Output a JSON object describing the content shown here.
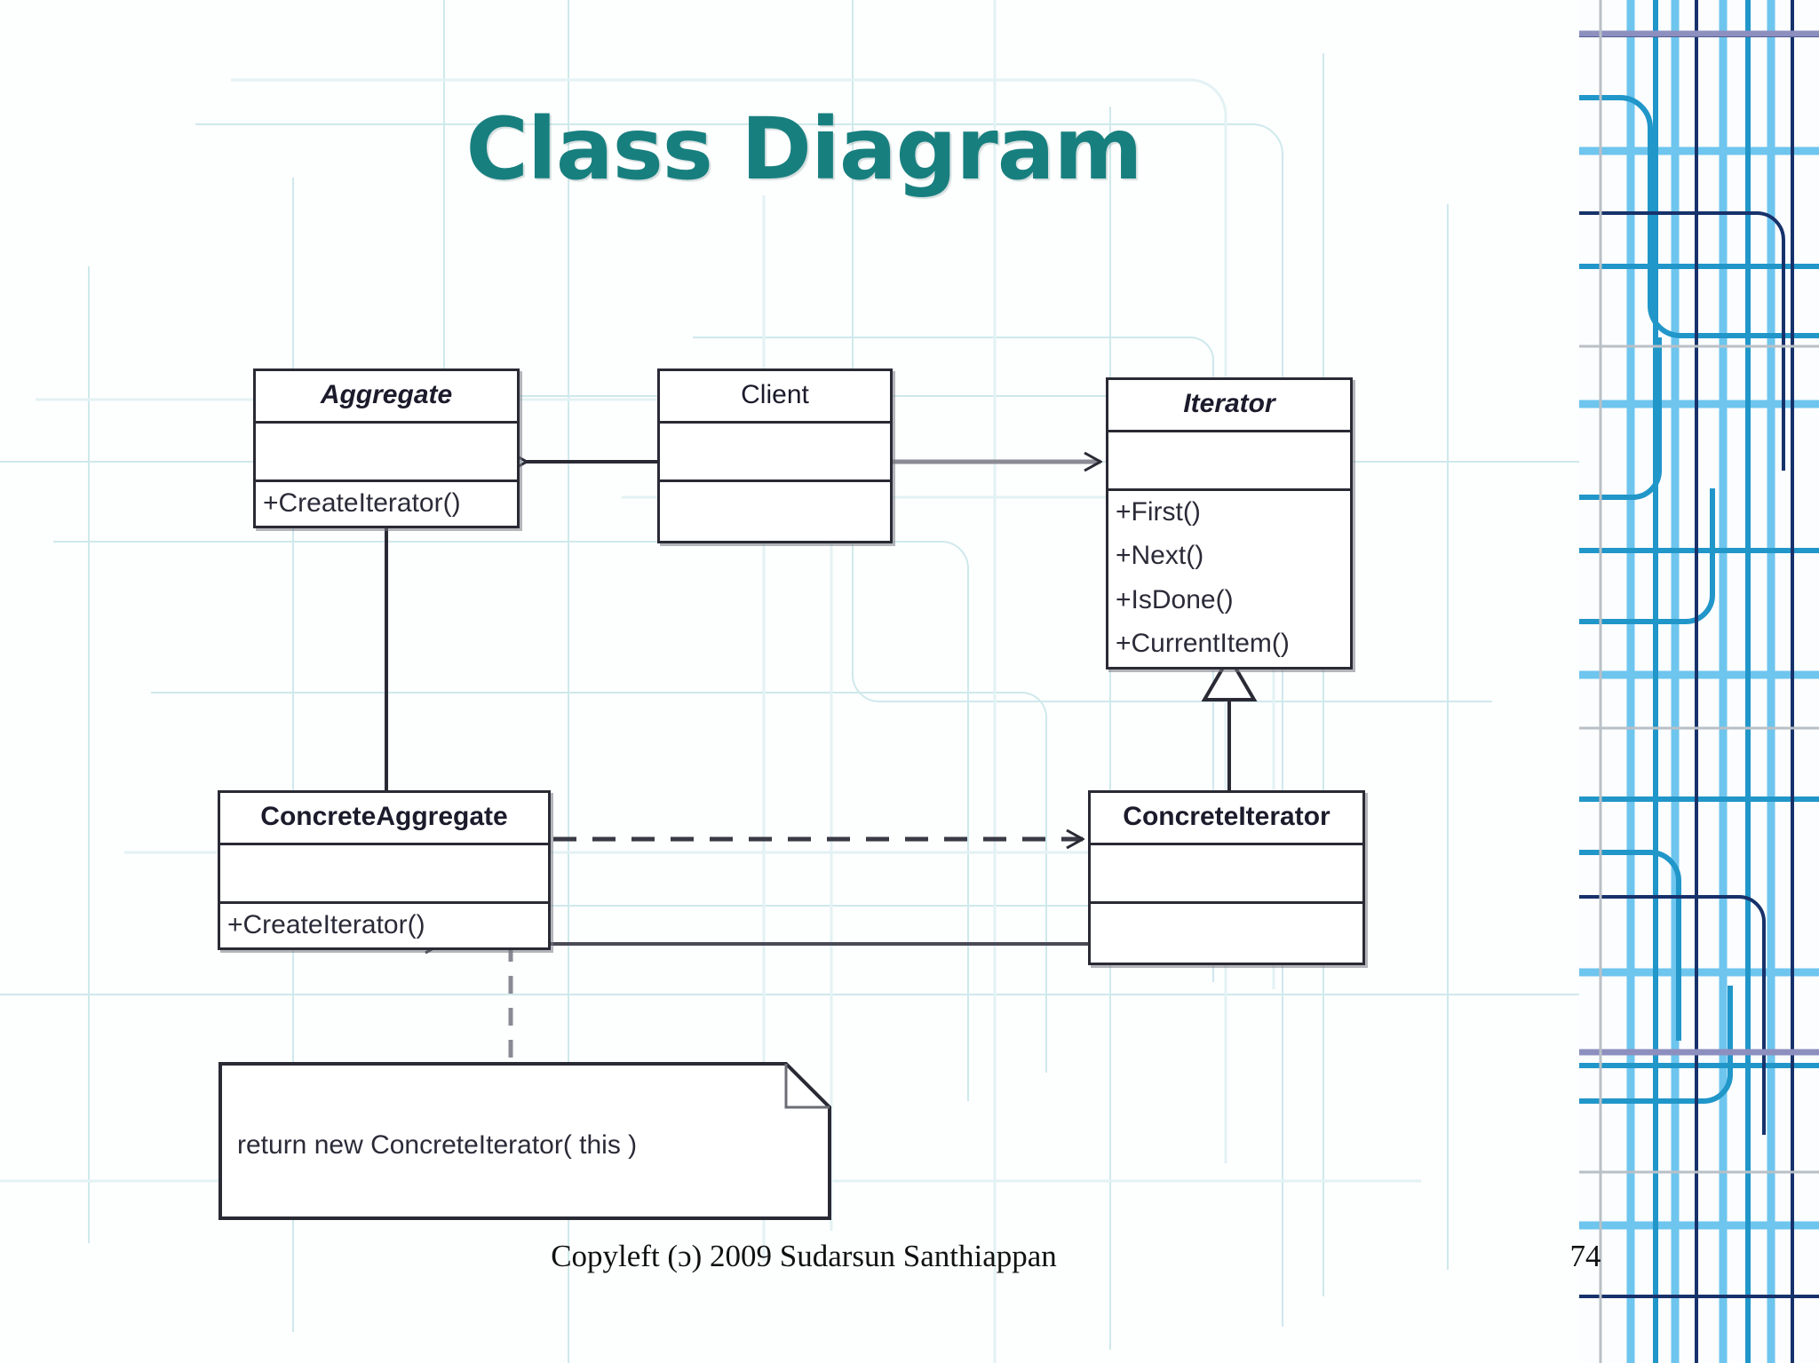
{
  "slide": {
    "title": "Class Diagram",
    "page_number": "74",
    "footer": "Copyleft (ɔ) 2009 Sudarsun Santhiappan",
    "accent_color": "#187F7F",
    "background_color": "#FDFEFE",
    "line_color": "#2A2A35"
  },
  "diagram": {
    "type": "uml-class-diagram",
    "classes": [
      {
        "id": "aggregate",
        "name": "Aggregate",
        "stereotype": "abstract",
        "name_style": "italic",
        "attributes": [],
        "operations": [
          "+CreateIterator()"
        ]
      },
      {
        "id": "client",
        "name": "Client",
        "stereotype": "concrete",
        "name_style": "regular",
        "attributes": [],
        "operations": []
      },
      {
        "id": "iterator",
        "name": "Iterator",
        "stereotype": "abstract",
        "name_style": "italic",
        "attributes": [],
        "operations": [
          "+First()",
          "+Next()",
          "+IsDone()",
          "+CurrentItem()"
        ]
      },
      {
        "id": "concreteaggregate",
        "name": "ConcreteAggregate",
        "stereotype": "concrete",
        "name_style": "bold",
        "attributes": [],
        "operations": [
          "+CreateIterator()"
        ]
      },
      {
        "id": "concreteiterator",
        "name": "ConcreteIterator",
        "stereotype": "concrete",
        "name_style": "bold",
        "attributes": [],
        "operations": []
      }
    ],
    "note": {
      "id": "note-createiterator",
      "text": "return new ConcreteIterator( this )",
      "anchored_to": "concreteaggregate"
    },
    "relationships": [
      {
        "from": "client",
        "to": "aggregate",
        "kind": "association",
        "arrow": "open"
      },
      {
        "from": "client",
        "to": "iterator",
        "kind": "association",
        "arrow": "open"
      },
      {
        "from": "concreteaggregate",
        "to": "aggregate",
        "kind": "generalization",
        "arrow": "hollow-triangle"
      },
      {
        "from": "concreteiterator",
        "to": "iterator",
        "kind": "generalization",
        "arrow": "hollow-triangle"
      },
      {
        "from": "concreteaggregate",
        "to": "concreteiterator",
        "kind": "dependency",
        "arrow": "open",
        "line": "dashed"
      },
      {
        "from": "concreteiterator",
        "to": "concreteaggregate",
        "kind": "association",
        "arrow": "open"
      }
    ]
  }
}
